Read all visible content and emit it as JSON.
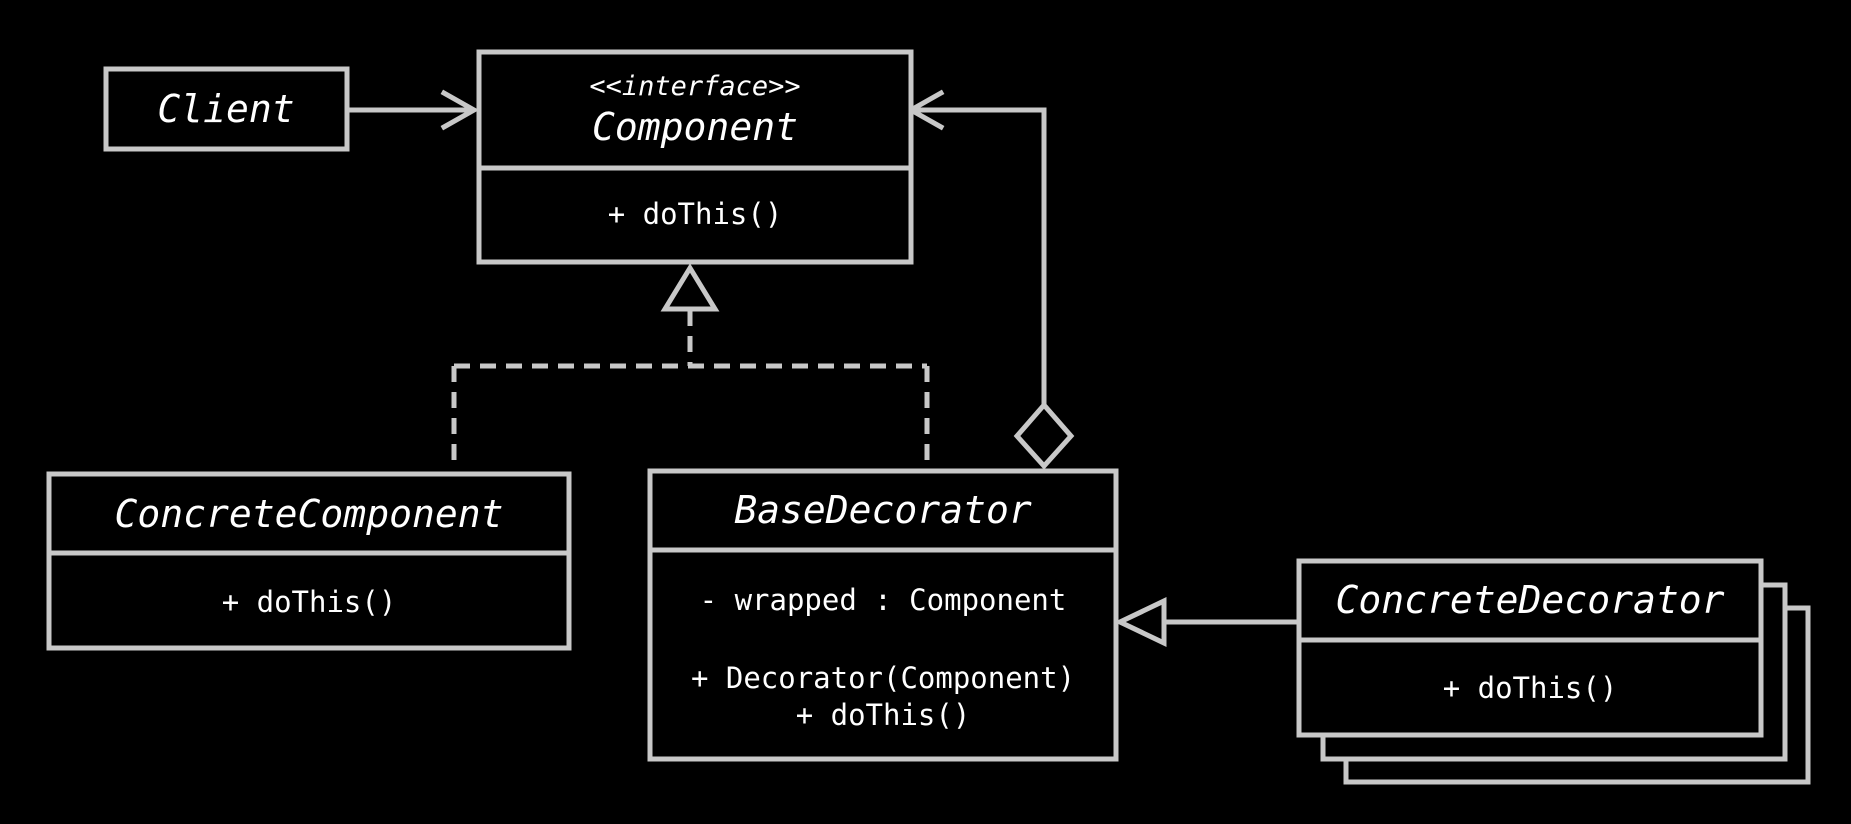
{
  "colors": {
    "background": "#000000",
    "line": "#c8c8c8",
    "text": "#ffffff"
  },
  "diagram": {
    "client": {
      "name": "Client"
    },
    "component": {
      "stereotype": "<<interface>>",
      "name": "Component",
      "methods": [
        "+ doThis()"
      ]
    },
    "concrete_component": {
      "name": "ConcreteComponent",
      "methods": [
        "+ doThis()"
      ]
    },
    "base_decorator": {
      "name": "BaseDecorator",
      "field": "- wrapped : Component",
      "methods": [
        "+ Decorator(Component)",
        "+ doThis()"
      ]
    },
    "concrete_decorator": {
      "name": "ConcreteDecorator",
      "methods": [
        "+ doThis()"
      ]
    }
  }
}
